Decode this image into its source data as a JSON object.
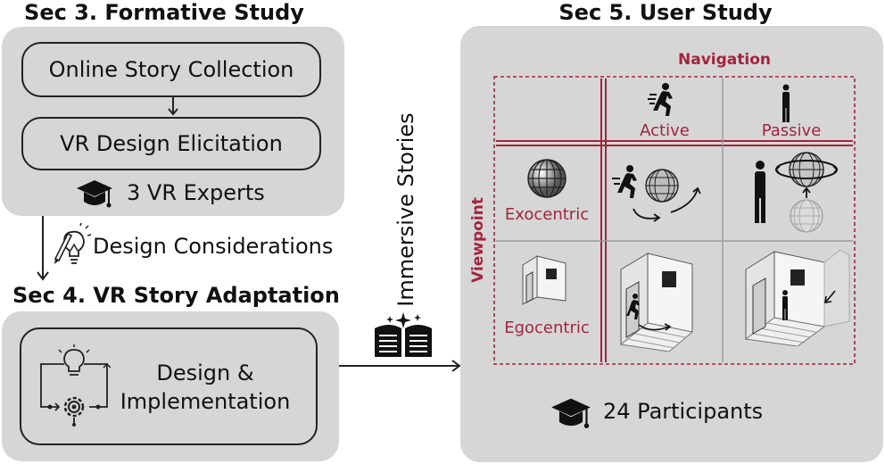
{
  "formative": {
    "heading": "Sec 3. Formative Study",
    "box1": "Online Story Collection",
    "box2": "VR Design Elicitation",
    "experts": "3 VR Experts"
  },
  "considerations": "Design Considerations",
  "adaptation": {
    "heading": "Sec 4. VR Story Adaptation",
    "box_line1": "Design &",
    "box_line2": "Implementation"
  },
  "immersive": "Immersive Stories",
  "user_study": {
    "heading": "Sec 5. User Study",
    "navigation": "Navigation",
    "viewpoint": "Viewpoint",
    "active": "Active",
    "passive": "Passive",
    "exocentric": "Exocentric",
    "egocentric": "Egocentric",
    "participants": "24 Participants"
  },
  "colors": {
    "accent": "#a3243d",
    "panel": "#d6d6d6"
  }
}
